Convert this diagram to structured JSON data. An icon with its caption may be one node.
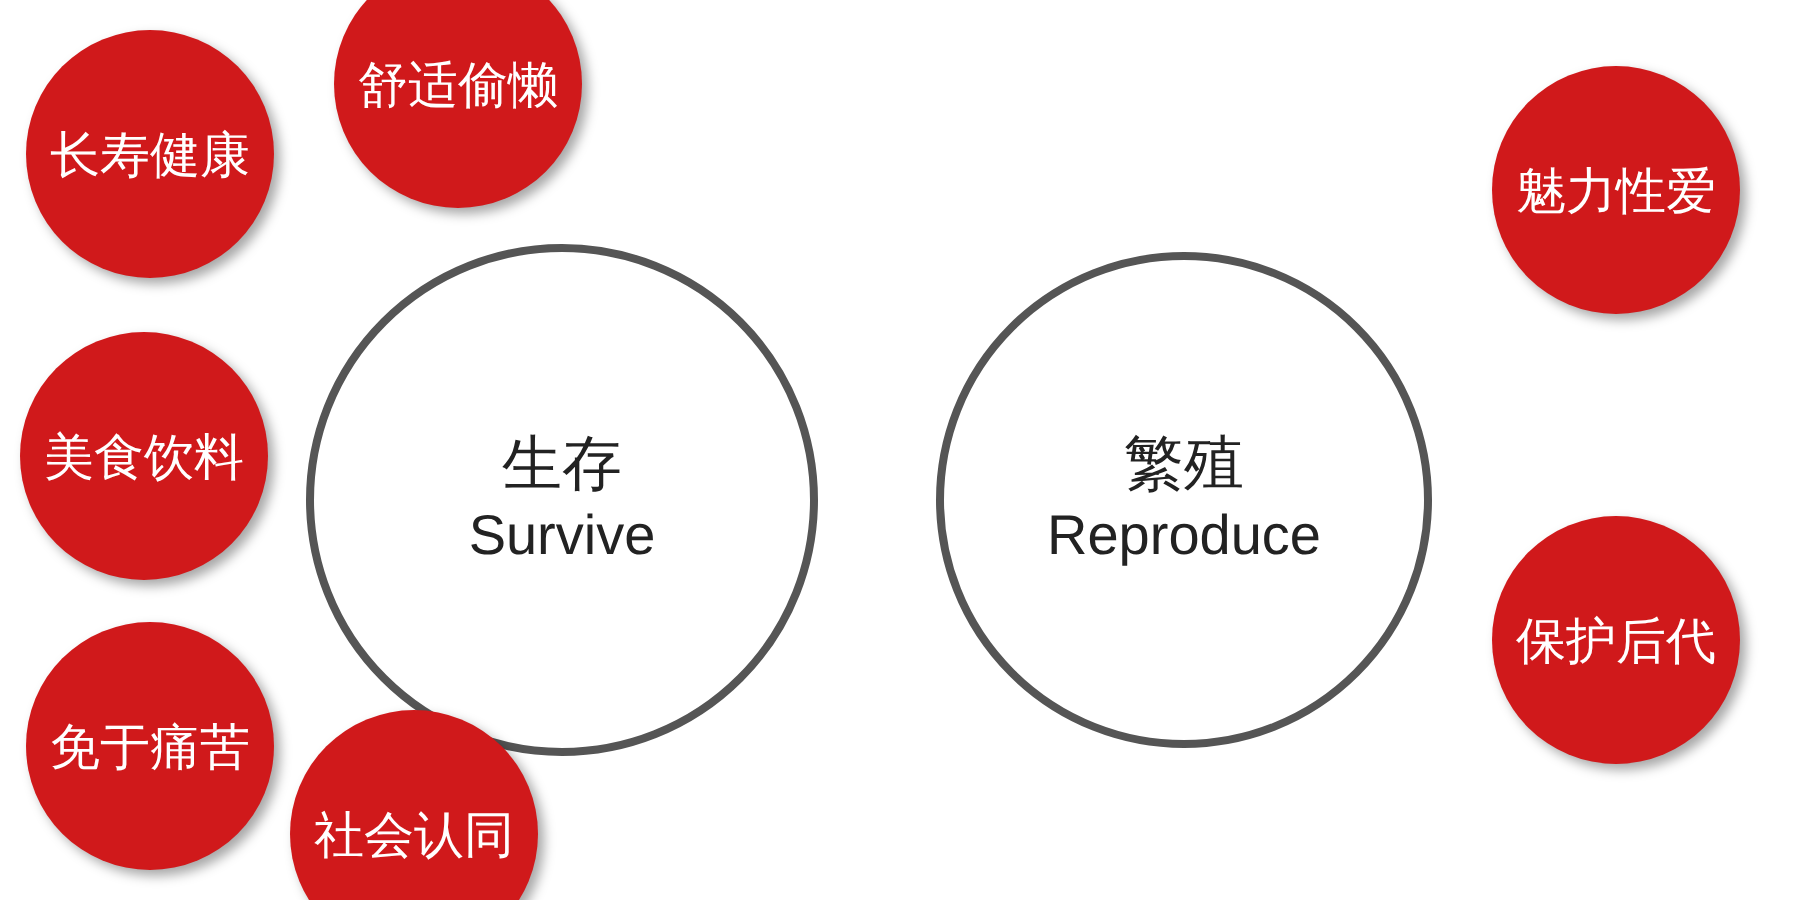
{
  "diagram": {
    "nodes": [
      {
        "text": [
          "舒适偷懒"
        ]
      },
      {
        "text": [
          "长寿健康"
        ]
      },
      {
        "text": [
          "魅力性爱"
        ]
      },
      {
        "text": [
          "生存",
          "Survive"
        ]
      },
      {
        "text": [
          "繁殖",
          "Reproduce"
        ]
      },
      {
        "text": [
          "美食饮料"
        ]
      },
      {
        "text": [
          "保护后代"
        ]
      },
      {
        "text": [
          "免于痛苦"
        ]
      },
      {
        "text": [
          "社会认同"
        ]
      }
    ]
  }
}
